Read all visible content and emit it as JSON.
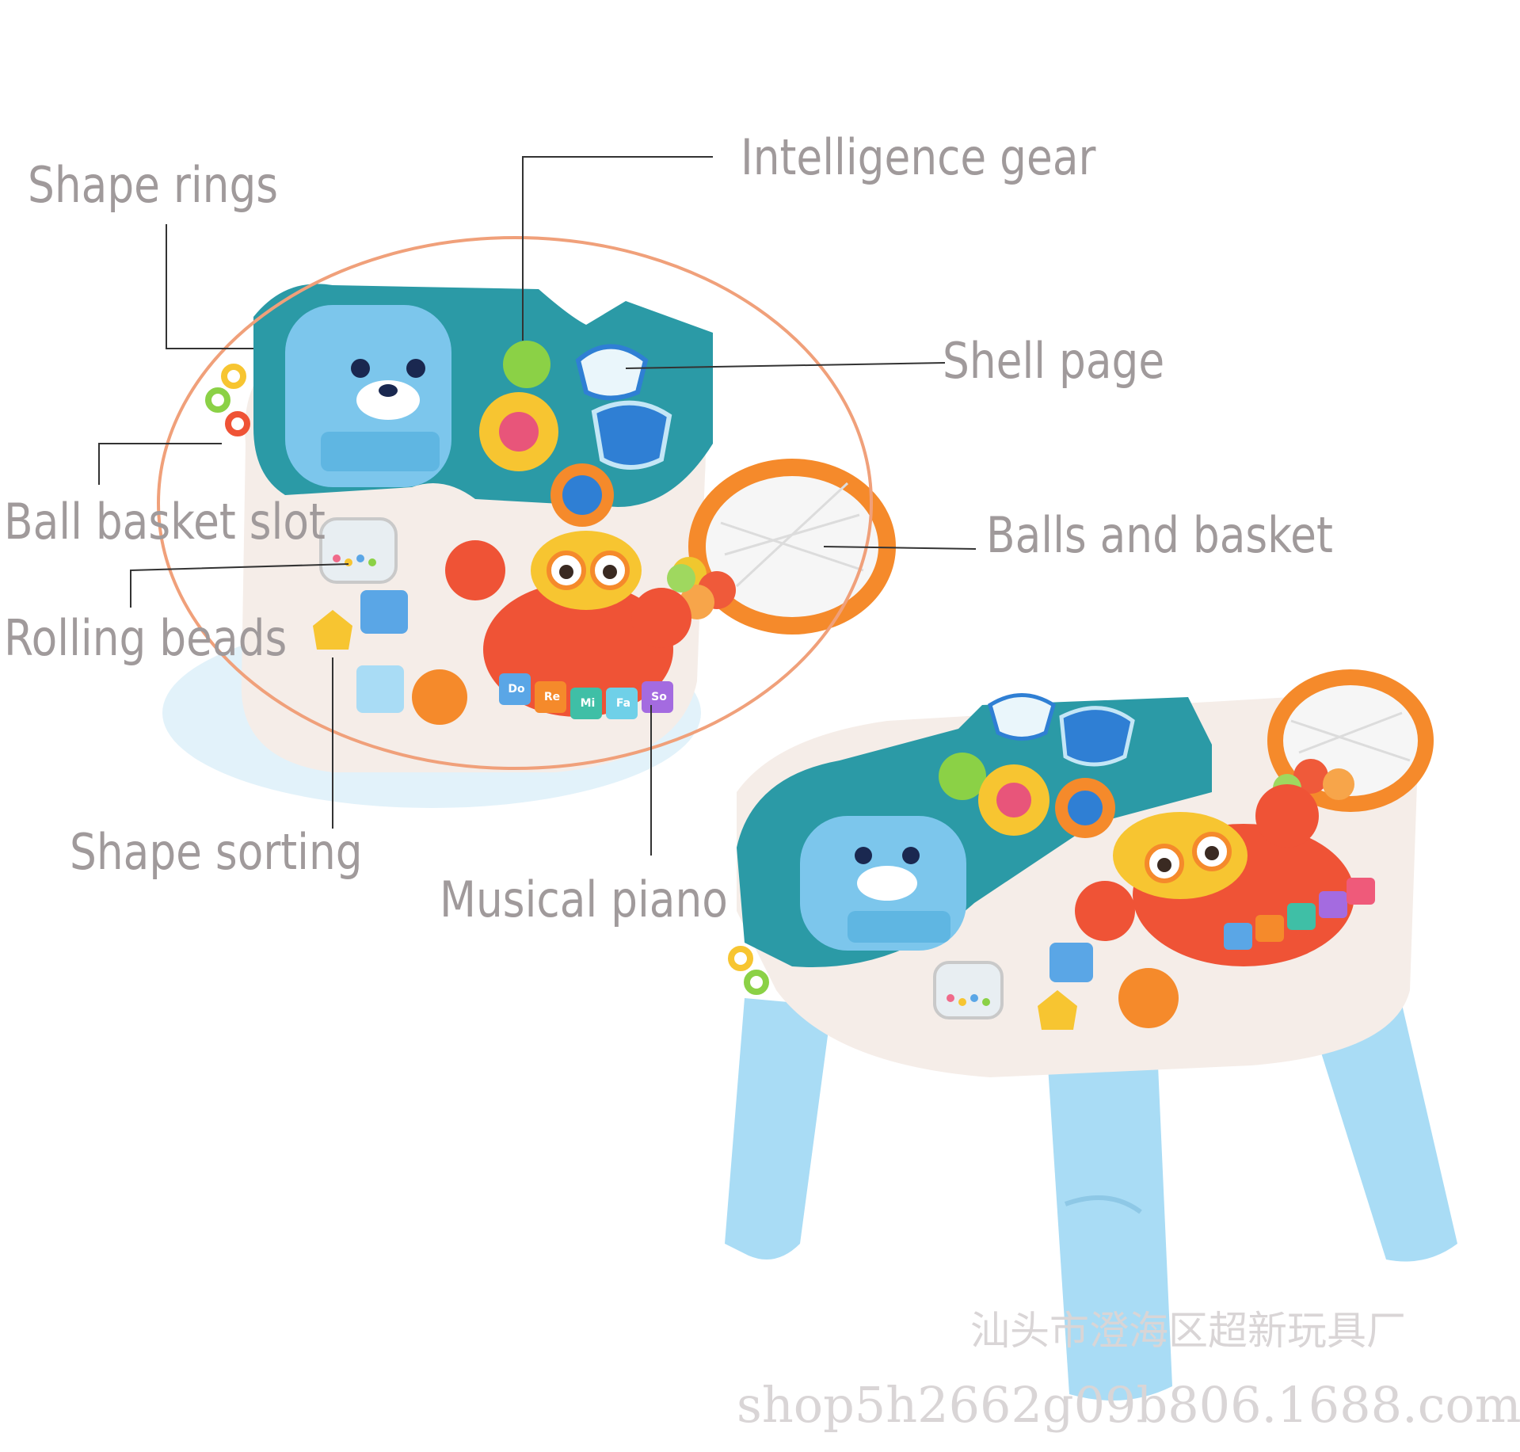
{
  "labels": {
    "shape_rings": "Shape rings",
    "intelligence_gear": "Intelligence gear",
    "shell_page": "Shell page",
    "ball_basket_slot": "Ball basket slot",
    "balls_and_basket": "Balls and basket",
    "rolling_beads": "Rolling beads",
    "shape_sorting": "Shape sorting",
    "musical_piano": "Musical piano"
  },
  "piano_keys": [
    "Do",
    "Re",
    "Mi",
    "Fa",
    "So"
  ],
  "watermark": {
    "company": "汕头市澄海区超新玩具厂",
    "url": "shop5h2662g09b806.1688.com"
  },
  "colors": {
    "label_text": "#a09a9b",
    "leader_line": "#333333",
    "oval_outline": "#f0a07a",
    "teal_panel": "#2b9aa6",
    "seal_blue": "#7cc6ec",
    "cream_body": "#f5ede8",
    "crab_red": "#ef5336",
    "basket_orange": "#f58a2b",
    "leg_blue": "#a9dcf5"
  }
}
